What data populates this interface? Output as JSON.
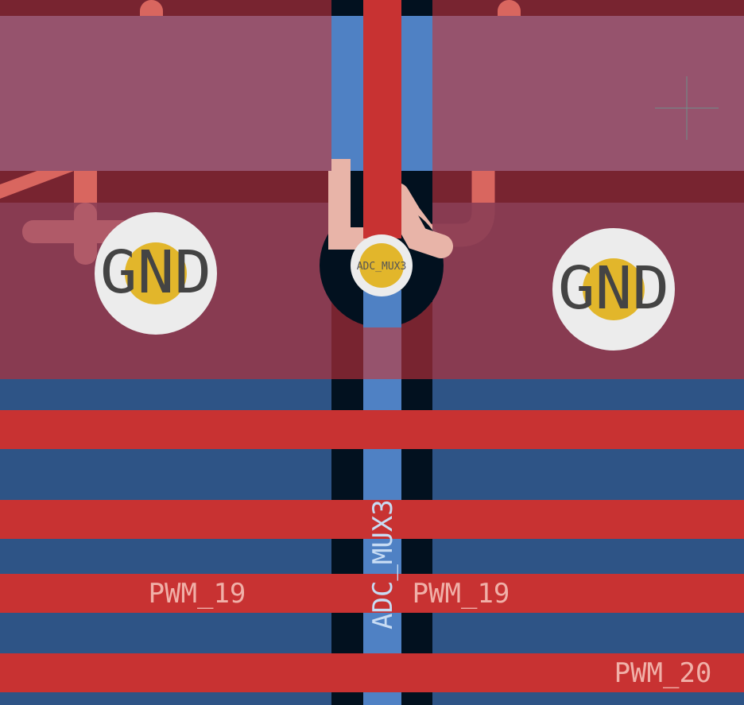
{
  "canvas": {
    "pads": [
      {
        "net": "GND"
      },
      {
        "net": "GND"
      }
    ],
    "via": {
      "net": "ADC_MUX3"
    },
    "track_labels": [
      {
        "text": "PWM_19"
      },
      {
        "text": "PWM_19"
      },
      {
        "text": "PWM_20"
      },
      {
        "text": "ADC_MUX3"
      }
    ]
  },
  "colors": {
    "board_dark_red": "#782430",
    "zone_overlay": "#96536d",
    "zone_overlay_dark": "#8a3e55",
    "back_copper_blue": "#2e5486",
    "track_blue": "#4f81c4",
    "track_red": "#c83232",
    "track_salmon": "#d9665f",
    "track_pink": "#e8b4a8",
    "pad_white": "#ececec",
    "drill_yellow": "#e2b62b",
    "clearance_black": "#02111f"
  }
}
